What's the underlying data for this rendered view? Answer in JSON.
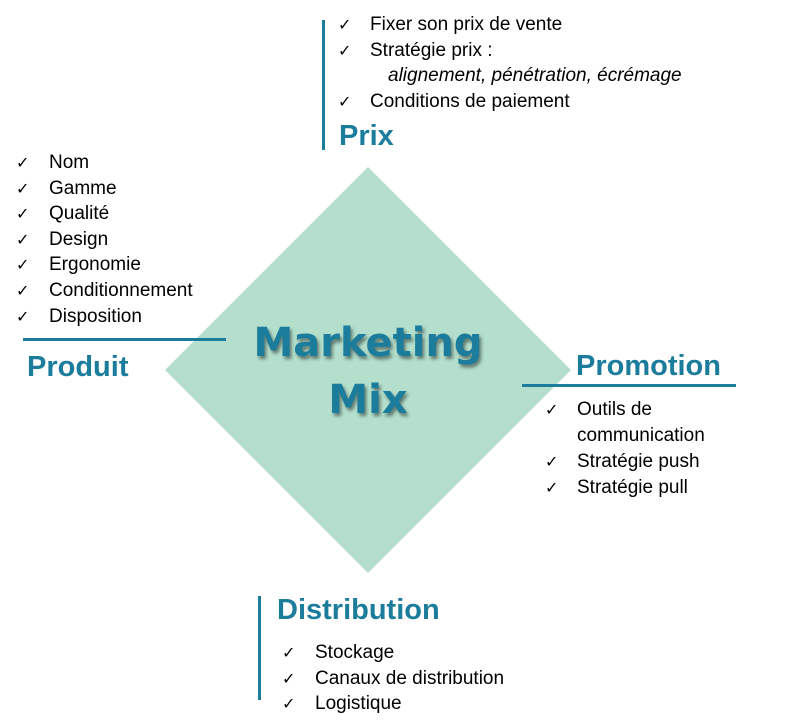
{
  "center": {
    "line1": "Marketing",
    "line2": "Mix"
  },
  "prix": {
    "heading": "Prix",
    "items": [
      "Fixer son prix de vente",
      "Stratégie prix :",
      "Conditions de paiement"
    ],
    "sub_item": "alignement, pénétration, écrémage"
  },
  "produit": {
    "heading": "Produit",
    "items": [
      "Nom",
      "Gamme",
      "Qualité",
      "Design",
      "Ergonomie",
      "Conditionnement",
      "Disposition"
    ]
  },
  "promotion": {
    "heading": "Promotion",
    "items": [
      "Outils de",
      "communication",
      "Stratégie push",
      "Stratégie pull"
    ]
  },
  "distribution": {
    "heading": "Distribution",
    "items": [
      "Stockage",
      "Canaux de distribution",
      "Logistique"
    ]
  },
  "check_glyph": "✓",
  "colors": {
    "accent": "#1C7C9C",
    "diamond": "#B3DFCC",
    "text": "#000000"
  }
}
